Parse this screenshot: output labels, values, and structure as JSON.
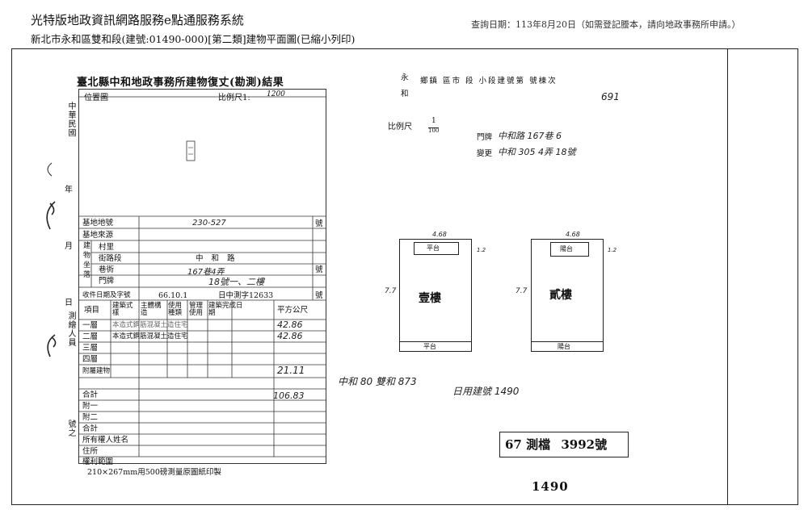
{
  "header": {
    "title": "光特版地政資訊網路服務e點通服務系統",
    "subtitle": "新北市永和區雙和段(建號:01490-000)[第二類]建物平面圖(已縮小列印)",
    "query_date": "查詢日期：113年8月20日（如需登記謄本，請向地政事務所申請。）"
  },
  "form": {
    "title": "臺北縣中和地政事務所建物復丈(勘測)結果",
    "location_label": "位置圖",
    "scale_label": "比例尺1:",
    "scale_value": "1200",
    "footer_note": "210×267mm用500磅測量原圖紙印製",
    "side_labels": {
      "republic": "中華民國",
      "year": "年",
      "month": "月",
      "day": "日",
      "surveyor": "測繪人員",
      "number": "號之"
    },
    "rows": {
      "base_lot": "基地地號",
      "base_source": "基地來源",
      "building_loc": "建物坐落",
      "village": "村里",
      "street": "街路段",
      "lane": "巷衖",
      "door_no": "門牌",
      "received": "收件日期及字號",
      "item": "項目",
      "building_style": "建築式樣",
      "main_struct": "主體構造",
      "use_kind": "使用種類",
      "manage_use": "管理使用",
      "completion": "建築完成日期",
      "area_unit": "平方公尺",
      "floor1": "一層",
      "floor2": "二層",
      "floor3": "三層",
      "floor4": "四層",
      "attached": "附屬建物",
      "total": "合計",
      "annex1": "附一",
      "annex2": "附二",
      "owner": "所有權人姓名",
      "address": "住所",
      "rights": "權利範圍"
    },
    "values": {
      "lot_number": "230-527",
      "road": "中和路",
      "lane_no": "167巷4弄",
      "door": "18號一、二樓",
      "date": "66.10.1",
      "case_no": "日中測字12633",
      "floor1_desc": "本造式鋼筋混凝土造住宅",
      "floor2_desc": "本造式鋼筋混凝土造住宅",
      "floor1_area": "42.86",
      "floor2_area": "42.86",
      "attached_area": "21.11",
      "total_area": "106.83",
      "hao": "號"
    }
  },
  "right": {
    "header_fields": "鄉鎮 區市 段 小段建號第 號棟次",
    "header_hw": "691",
    "place1": "永",
    "place2": "和",
    "scale_text": "比例尺",
    "scale_num": "1",
    "scale_den": "100",
    "note1": "門牌",
    "note2": "變更",
    "hw_note1": "中和路 167巷 6",
    "hw_note2": "中和 305 4弄 18號",
    "plan1": {
      "name": "壹樓",
      "top_label": "平台",
      "bottom_label": "平台",
      "top_dim": "4.68",
      "side_dim": "7.7",
      "corner_dim": "1.2"
    },
    "plan2": {
      "name": "貳樓",
      "top_label": "陽台",
      "bottom_label": "陽台",
      "top_dim": "4.68",
      "side_dim": "7.7",
      "corner_dim": "1.2"
    },
    "hw_bottom1": "中和 80 雙和 873",
    "hw_bottom2": "日用建號 1490",
    "stamp_prefix": "67",
    "stamp_text": "測檔",
    "stamp_number": "3992號",
    "page_number": "1490"
  }
}
